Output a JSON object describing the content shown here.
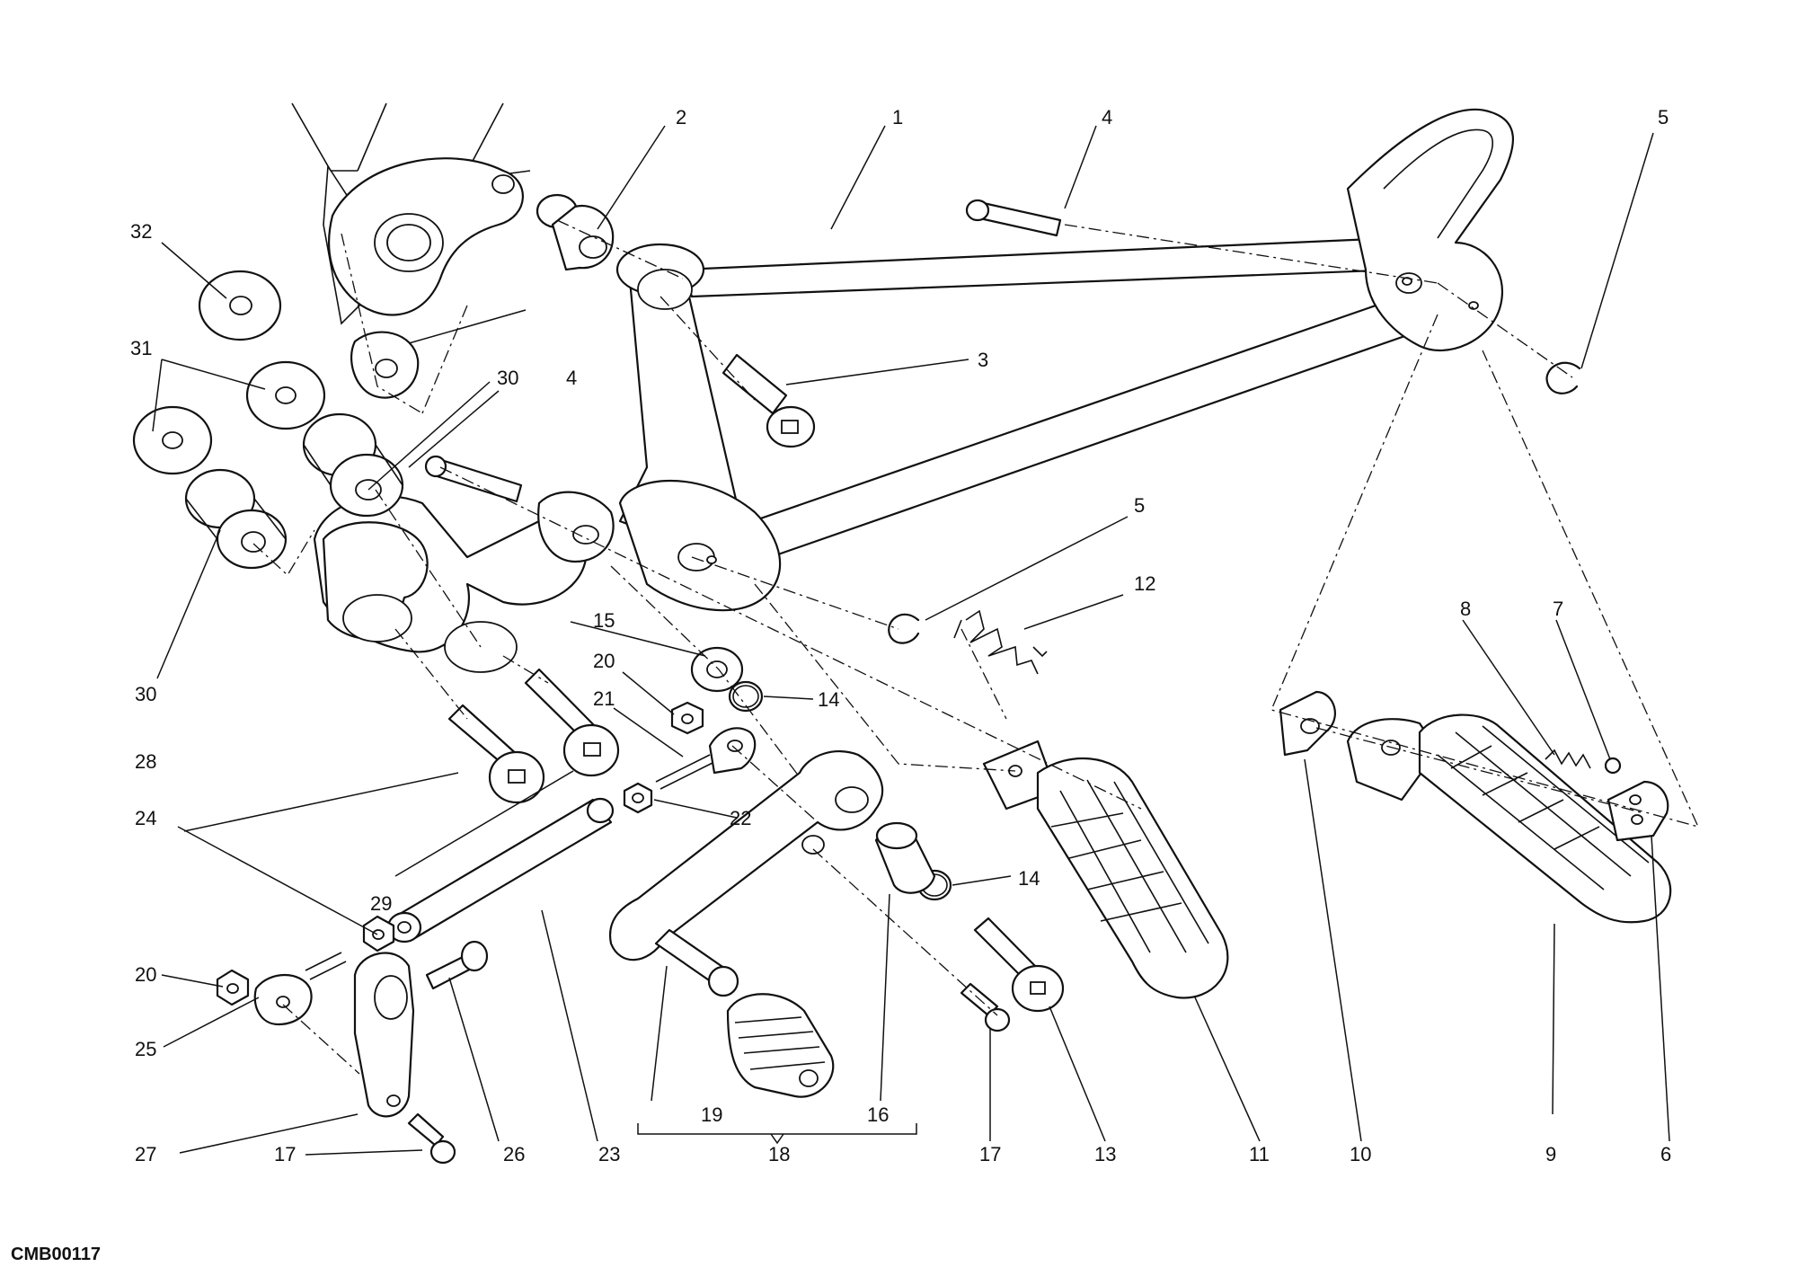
{
  "drawing_code": "CMB00117",
  "callouts": [
    {
      "id": "c1",
      "number": "1"
    },
    {
      "id": "c2",
      "number": "2"
    },
    {
      "id": "c3",
      "number": "3"
    },
    {
      "id": "c4a",
      "number": "4"
    },
    {
      "id": "c4b",
      "number": "4"
    },
    {
      "id": "c5a",
      "number": "5"
    },
    {
      "id": "c5b",
      "number": "5"
    },
    {
      "id": "c6",
      "number": "6"
    },
    {
      "id": "c7",
      "number": "7"
    },
    {
      "id": "c8",
      "number": "8"
    },
    {
      "id": "c9",
      "number": "9"
    },
    {
      "id": "c10",
      "number": "10"
    },
    {
      "id": "c11",
      "number": "11"
    },
    {
      "id": "c12",
      "number": "12"
    },
    {
      "id": "c13",
      "number": "13"
    },
    {
      "id": "c14a",
      "number": "14"
    },
    {
      "id": "c14b",
      "number": "14"
    },
    {
      "id": "c15",
      "number": "15"
    },
    {
      "id": "c16",
      "number": "16"
    },
    {
      "id": "c17a",
      "number": "17"
    },
    {
      "id": "c17b",
      "number": "17"
    },
    {
      "id": "c18",
      "number": "18"
    },
    {
      "id": "c19",
      "number": "19"
    },
    {
      "id": "c20a",
      "number": "20"
    },
    {
      "id": "c20b",
      "number": "20"
    },
    {
      "id": "c21",
      "number": "21"
    },
    {
      "id": "c22",
      "number": "22"
    },
    {
      "id": "c23",
      "number": "23"
    },
    {
      "id": "c24",
      "number": "24"
    },
    {
      "id": "c25",
      "number": "25"
    },
    {
      "id": "c26",
      "number": "26"
    },
    {
      "id": "c27",
      "number": "27"
    },
    {
      "id": "c28",
      "number": "28"
    },
    {
      "id": "c29",
      "number": "29"
    },
    {
      "id": "c30a",
      "number": "30"
    },
    {
      "id": "c30b",
      "number": "30"
    },
    {
      "id": "c31",
      "number": "31"
    },
    {
      "id": "c32",
      "number": "32"
    }
  ]
}
